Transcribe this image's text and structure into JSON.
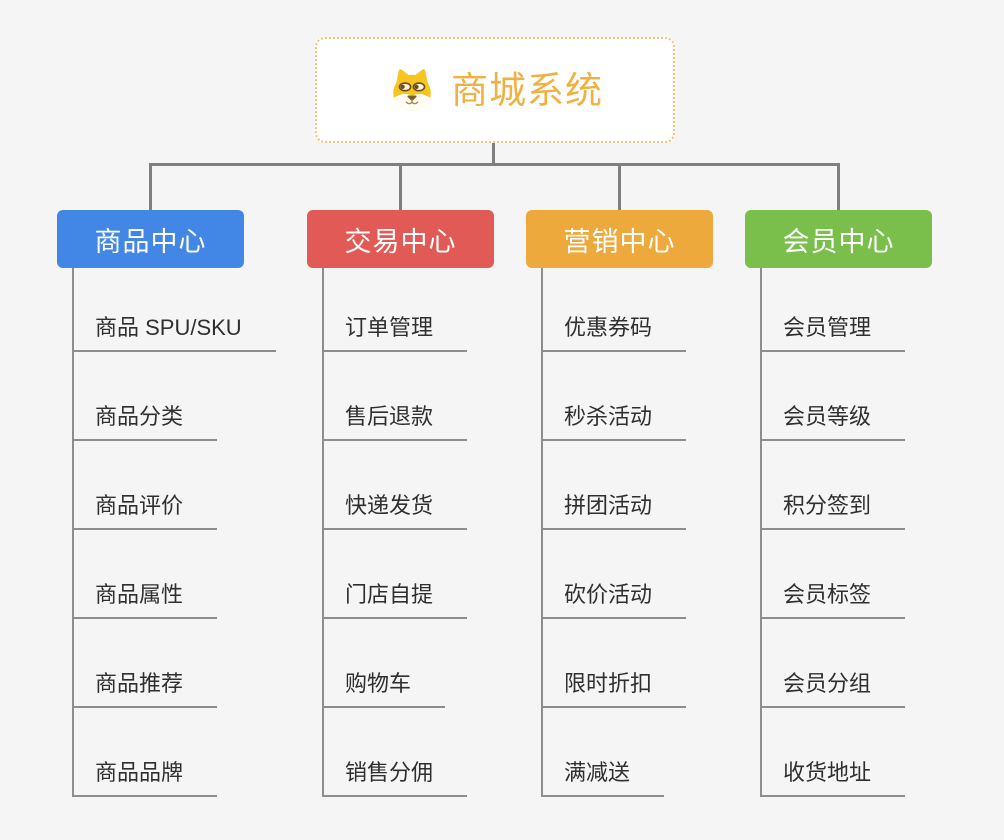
{
  "page": {
    "background": "#f5f5f5",
    "connector_color": "#7f7f7f"
  },
  "root": {
    "title": "商城系统",
    "icon": "dog-icon",
    "title_color": "#f0b143",
    "border_color": "#f2c477"
  },
  "branches": [
    {
      "label": "商品中心",
      "color": "#4286e6",
      "children": [
        "商品 SPU/SKU",
        "商品分类",
        "商品评价",
        "商品属性",
        "商品推荐",
        "商品品牌"
      ]
    },
    {
      "label": "交易中心",
      "color": "#e15a55",
      "children": [
        "订单管理",
        "售后退款",
        "快递发货",
        "门店自提",
        "购物车",
        "销售分佣"
      ]
    },
    {
      "label": "营销中心",
      "color": "#eda93c",
      "children": [
        "优惠券码",
        "秒杀活动",
        "拼团活动",
        "砍价活动",
        "限时折扣",
        "满减送"
      ]
    },
    {
      "label": "会员中心",
      "color": "#7abf4b",
      "children": [
        "会员管理",
        "会员等级",
        "积分签到",
        "会员标签",
        "会员分组",
        "收货地址"
      ]
    }
  ]
}
